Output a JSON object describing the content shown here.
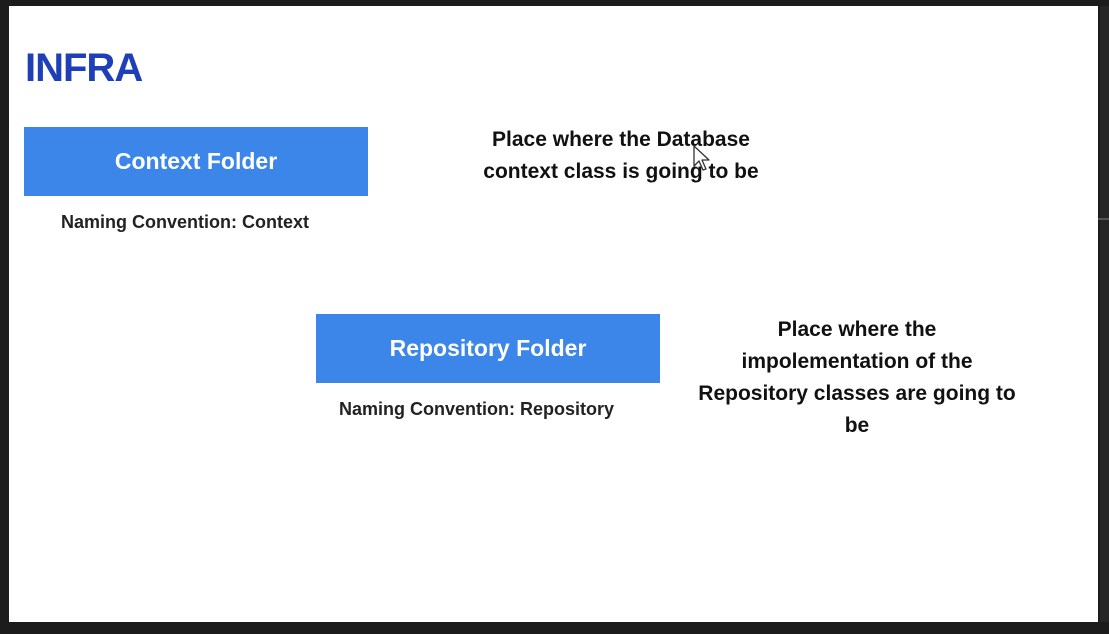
{
  "slide": {
    "title": "INFRA",
    "context": {
      "box_label": "Context Folder",
      "caption": "Naming Convention: Context",
      "description_lines": [
        "Place where the Database",
        "context class is going to be"
      ]
    },
    "repository": {
      "box_label": "Repository Folder",
      "caption": "Naming Convention: Repository",
      "description_lines": [
        "Place where the",
        "impolementation of the",
        "Repository classes are going to",
        "be"
      ]
    }
  },
  "colors": {
    "title": "#1f3fb8",
    "box": "#3b86e8",
    "box_text": "#ffffff"
  },
  "icons": {
    "cursor": "mouse-pointer-icon"
  }
}
